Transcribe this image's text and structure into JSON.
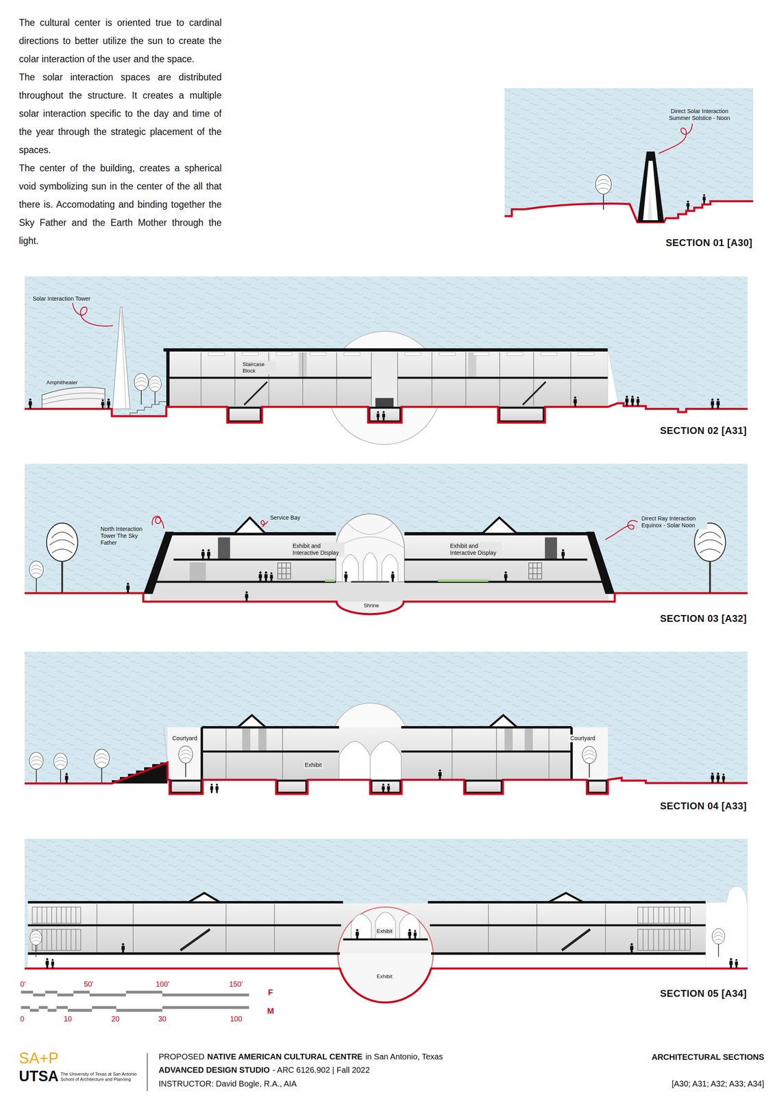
{
  "diagram": {
    "nodes": [
      {
        "text": [
          "SECTION 01 [A30]"
        ]
      },
      {
        "text": [
          "SECTION 02 [A31]"
        ]
      },
      {
        "text": [
          "SECTION 03 [A32]"
        ]
      },
      {
        "text": [
          "SECTION 04 [A33]"
        ]
      },
      {
        "text": [
          "SECTION 05 [A34]"
        ]
      }
    ],
    "labels": [
      "The cultural center is oriented true to cardinal directions to better utilize the sun to create the colar interaction of the user and the space.",
      "The solar interaction spaces are distributed throughout the structure. It creates a multiple solar interaction specific to the day and time of the year through the strategic placement of the spaces.",
      "The center of the building, creates a spherical void symbolizing sun in the center of the all that there is. Accomodating and binding together the Sky Father and the Earth Mother through the light.",
      "Direct Solar Interaction Summer Solstice - Noon",
      "Solar Interaction Tower",
      "Amphitheater",
      "Staircase Block",
      "North Interaction Tower The Sky Father",
      "Service Bay",
      "Direct Ray Interaction Equinox - Solar Noon",
      "Exhibit and Interactive Display",
      "Exhibit and Interactive Display",
      "Shrine",
      "Courtyard",
      "Exhibit",
      "Courtyard",
      "Exhibit",
      "Exhibit",
      "0'",
      "50'",
      "100'",
      "150'",
      "F",
      "M",
      "0",
      "10",
      "20",
      "30",
      "100",
      "SA+P",
      "UTSA",
      "The University of Texas at San Antonio School of Architecture and Planning",
      "PROPOSED",
      "NATIVE AMERICAN CULTURAL CENTRE",
      "in San Antonio, Texas",
      "ADVANCED DESIGN STUDIO",
      "- ARC 6126.902 | Fall 2022",
      "INSTRUCTOR: David Bogle, R.A., AIA",
      "ARCHITECTURAL SECTIONS",
      "[A30; A31; A32; A33; A34]"
    ]
  }
}
